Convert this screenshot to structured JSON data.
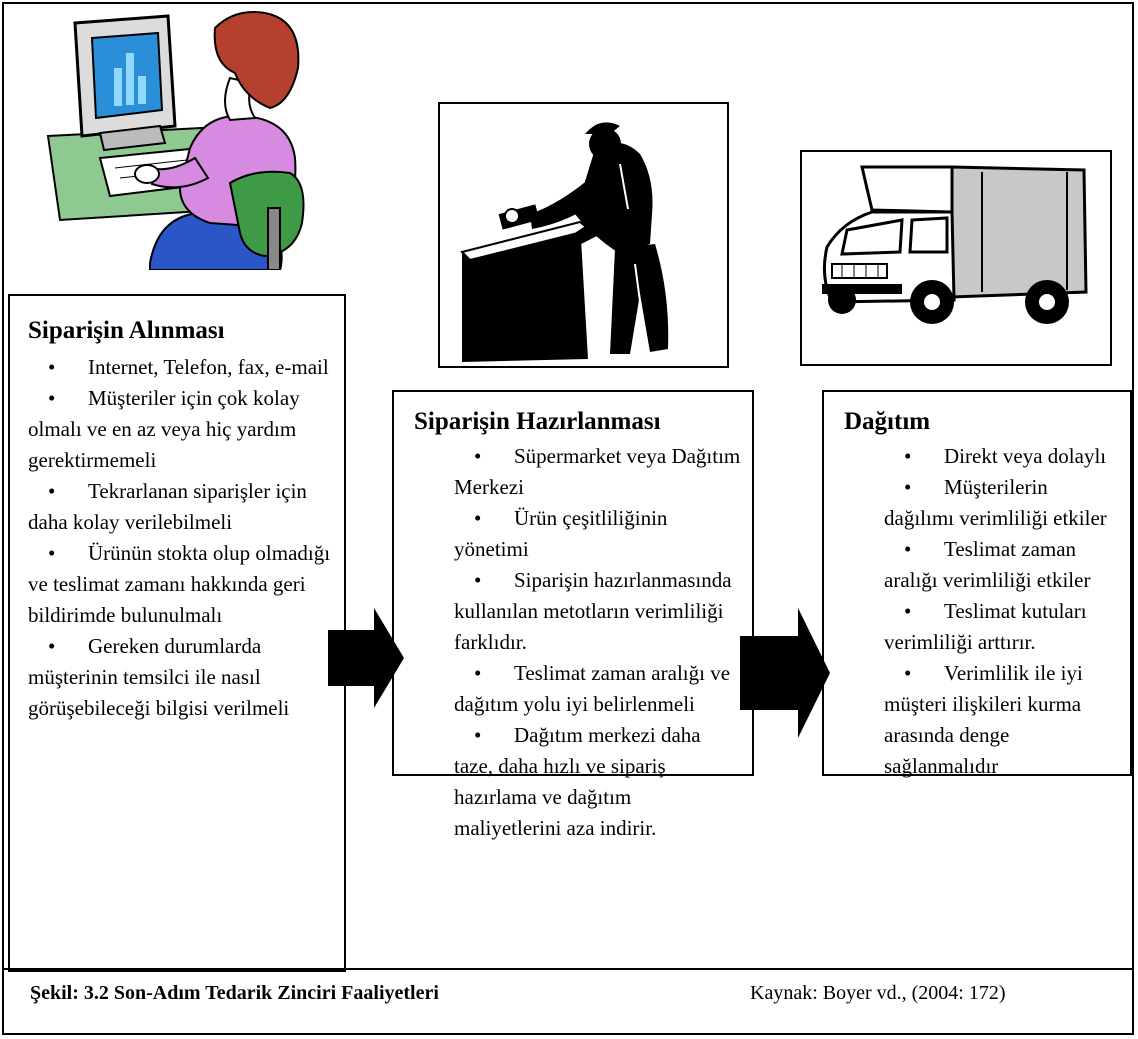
{
  "boxes": {
    "order_taking": {
      "title": "Siparişin Alınması",
      "items": [
        "Internet, Telefon, fax, e-mail",
        "Müşteriler için çok kolay olmalı ve en az veya hiç yardım gerektirmemeli",
        "Tekrarlanan siparişler için daha kolay verilebilmeli",
        "Ürünün stokta olup olmadığı ve teslimat zamanı hakkında geri bildirimde bulunulmalı",
        "Gereken durumlarda müşterinin temsilci ile nasıl görüşebileceği bilgisi verilmeli"
      ]
    },
    "order_preparation": {
      "title": "Siparişin Hazırlanması",
      "items": [
        "Süpermarket veya Dağıtım Merkezi",
        "Ürün çeşitliliğinin yönetimi",
        "Siparişin hazırlanmasında kullanılan metotların verimliliği farklıdır.",
        "Teslimat zaman aralığı ve dağıtım yolu iyi belirlenmeli",
        "Dağıtım merkezi daha taze, daha hızlı ve sipariş hazırlama ve dağıtım maliyetlerini aza indirir."
      ]
    },
    "distribution": {
      "title": "Dağıtım",
      "items": [
        "Direkt veya dolaylı",
        "Müşterilerin dağılımı verimliliği etkiler",
        "Teslimat zaman aralığı verimliliği etkiler",
        "Teslimat kutuları verimliliği arttırır.",
        "Verimlilik ile iyi müşteri ilişkileri kurma arasında denge sağlanmalıdır"
      ]
    }
  },
  "caption": {
    "figure": "Şekil: 3.2 Son-Adım Tedarik Zinciri Faaliyetleri",
    "source": "Kaynak: Boyer vd., (2004: 172)"
  },
  "icons": [
    "computer-user-clipart-icon",
    "worker-clipart-icon",
    "delivery-truck-clipart-icon",
    "right-arrow-icon"
  ],
  "colors": {
    "monitor_screen": "#2a8fd8",
    "sweater": "#d78be0",
    "hair": "#b5402d",
    "chair": "#3f9a47",
    "desk": "#8fc992",
    "skirt": "#2b56c8"
  }
}
